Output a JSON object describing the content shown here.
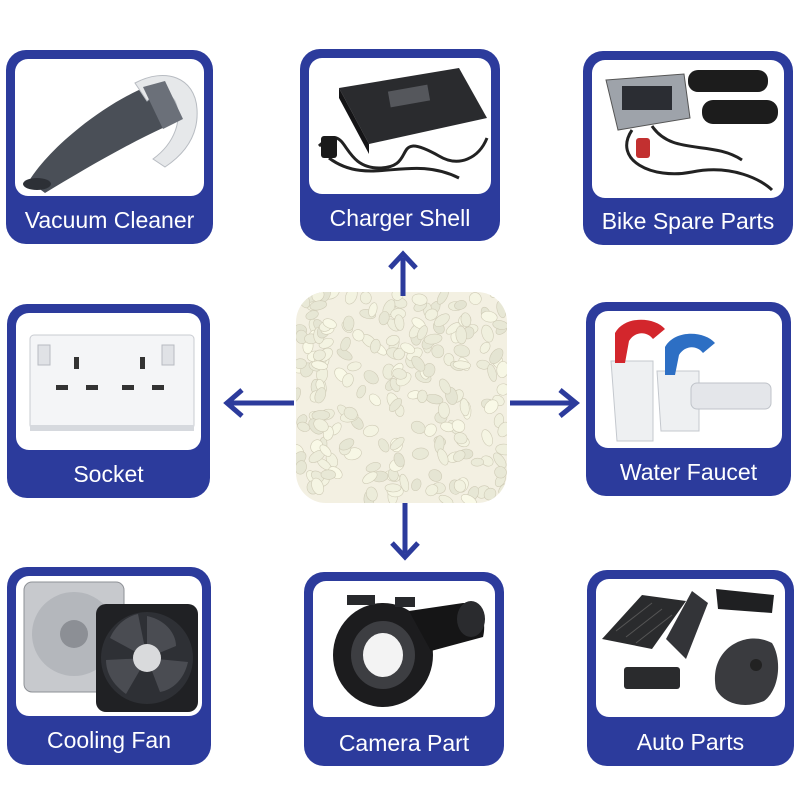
{
  "accent_color": "#2c3b9c",
  "center": {
    "name": "resin-pellets-image"
  },
  "cards": [
    {
      "label": "Vacuum Cleaner",
      "icon": "vacuum-cleaner-image"
    },
    {
      "label": "Charger Shell",
      "icon": "charger-image"
    },
    {
      "label": "Bike Spare Parts",
      "icon": "bike-throttle-image"
    },
    {
      "label": "Socket",
      "icon": "wall-socket-image"
    },
    {
      "label": "Water Faucet",
      "icon": "water-faucet-image"
    },
    {
      "label": "Cooling Fan",
      "icon": "cooling-fan-image"
    },
    {
      "label": "Camera Part",
      "icon": "camera-part-image"
    },
    {
      "label": "Auto Parts",
      "icon": "auto-parts-image"
    }
  ]
}
